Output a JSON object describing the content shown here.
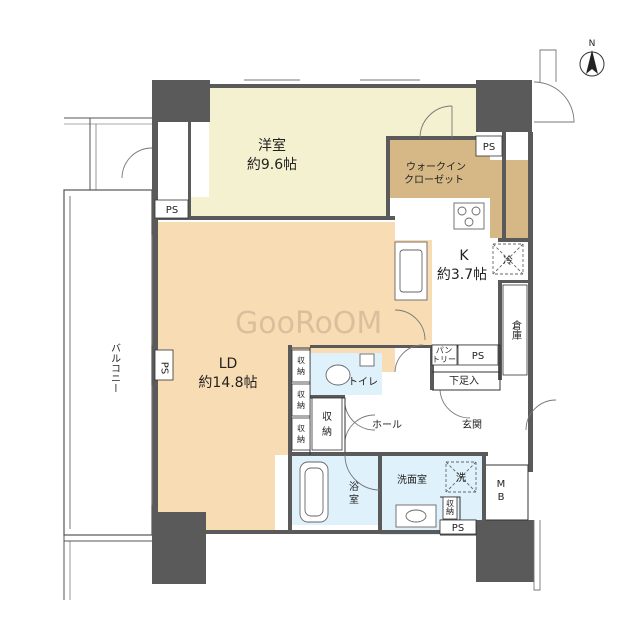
{
  "rooms": {
    "western": {
      "name": "洋室",
      "size": "約9.6帖"
    },
    "ld": {
      "name": "LD",
      "size": "約14.8帖"
    },
    "kitchen": {
      "name": "K",
      "size": "約3.7帖"
    },
    "closet": {
      "line1": "ウォークイン",
      "line2": "クローゼット"
    },
    "toilet": "トイレ",
    "hall": "ホール",
    "entrance": "玄関",
    "shoe": "下足入",
    "wash": "洗面室",
    "bath_line1": "浴",
    "bath_line2": "室",
    "storage": "倉庫",
    "pantry_line1": "パン",
    "pantry_line2": "トリー",
    "balcony": "バルコニー"
  },
  "labels": {
    "ps": "PS",
    "storage_small": "収納",
    "storage_tall_1": "収",
    "storage_tall_2": "納",
    "laundry": "洗",
    "fridge": "冷",
    "mb_1": "M",
    "mb_2": "B",
    "north": "N"
  },
  "watermark": "GooRoOM",
  "colors": {
    "western": "#f3f1cf",
    "ld": "#f8dcb4",
    "closet": "#d6b886",
    "wet": "#dff1fa",
    "wall": "#5a5a5a",
    "outline": "#333333"
  }
}
